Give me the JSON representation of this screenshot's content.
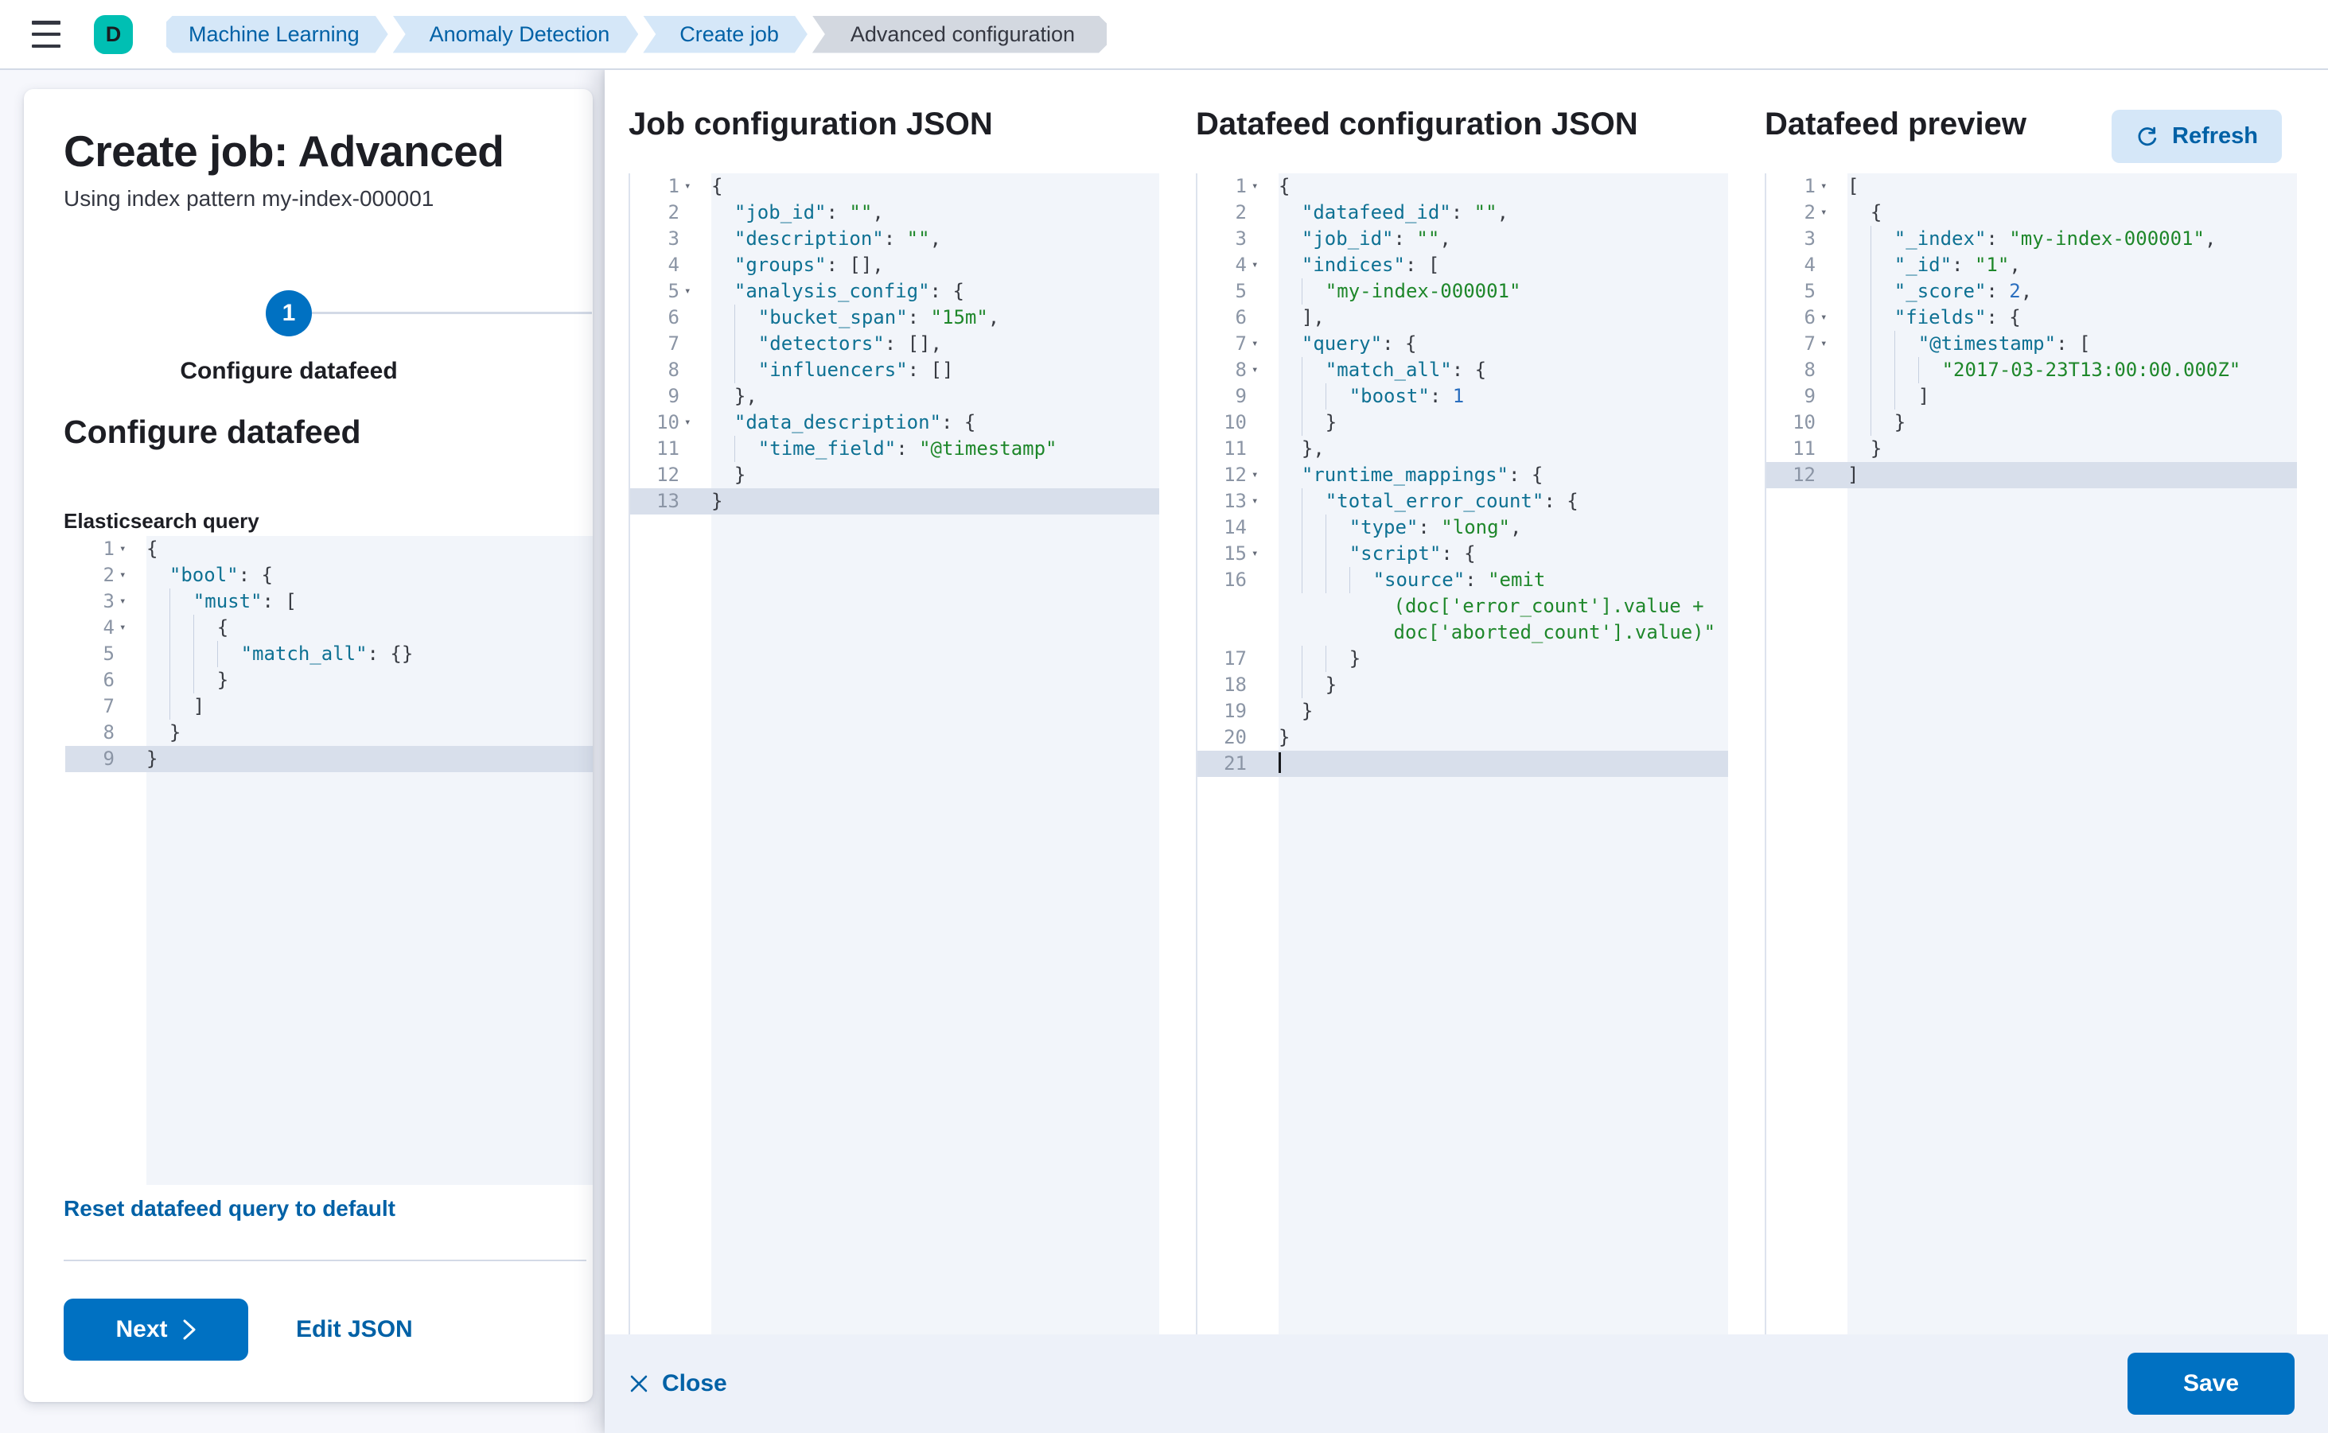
{
  "header": {
    "space_initial": "D",
    "breadcrumbs": [
      {
        "label": "Machine Learning"
      },
      {
        "label": "Anomaly Detection"
      },
      {
        "label": "Create job"
      },
      {
        "label": "Advanced configuration"
      }
    ]
  },
  "wizard": {
    "title": "Create job: Advanced",
    "subtitle": "Using index pattern my-index-000001",
    "step": {
      "number": "1",
      "label": "Configure datafeed"
    },
    "section_heading": "Configure datafeed",
    "query_label": "Elasticsearch query",
    "reset_link": "Reset datafeed query to default",
    "next_button": "Next",
    "edit_json_link": "Edit JSON"
  },
  "flyout": {
    "panel_titles": [
      "Job configuration JSON",
      "Datafeed configuration JSON",
      "Datafeed preview"
    ],
    "refresh_button": "Refresh",
    "footer": {
      "close_label": "Close",
      "save_label": "Save"
    }
  },
  "colors": {
    "primary_button": "#0071c2",
    "link": "#0061a6",
    "avatar": "#00bfb3",
    "breadcrumb_blue_bg": "#d5e7f8",
    "breadcrumb_gray_bg": "#d3d8e0",
    "code_key": "#0e7193",
    "code_string": "#1e872a",
    "code_number": "#2b6fbf",
    "active_line": "#d8dfeb"
  },
  "editors": {
    "es_query": {
      "rows": [
        {
          "n": "1",
          "f": true,
          "seg": [
            [
              "p",
              "{"
            ]
          ]
        },
        {
          "n": "2",
          "f": true,
          "seg": [
            [
              "w",
              "  "
            ],
            [
              "k",
              "\"bool\""
            ],
            [
              "p",
              ": {"
            ]
          ]
        },
        {
          "n": "3",
          "f": true,
          "seg": [
            [
              "w",
              "  "
            ],
            [
              "g",
              "  "
            ],
            [
              "k",
              "\"must\""
            ],
            [
              "p",
              ": ["
            ]
          ]
        },
        {
          "n": "4",
          "f": true,
          "seg": [
            [
              "w",
              "  "
            ],
            [
              "g",
              "  "
            ],
            [
              "g",
              "  "
            ],
            [
              "p",
              "{"
            ]
          ]
        },
        {
          "n": "5",
          "seg": [
            [
              "w",
              "  "
            ],
            [
              "g",
              "  "
            ],
            [
              "g",
              "  "
            ],
            [
              "g",
              "  "
            ],
            [
              "k",
              "\"match_all\""
            ],
            [
              "p",
              ": {}"
            ]
          ]
        },
        {
          "n": "6",
          "seg": [
            [
              "w",
              "  "
            ],
            [
              "g",
              "  "
            ],
            [
              "g",
              "  "
            ],
            [
              "p",
              "}"
            ]
          ]
        },
        {
          "n": "7",
          "seg": [
            [
              "w",
              "  "
            ],
            [
              "g",
              "  "
            ],
            [
              "p",
              "]"
            ]
          ]
        },
        {
          "n": "8",
          "seg": [
            [
              "w",
              "  "
            ],
            [
              "p",
              "}"
            ]
          ]
        },
        {
          "n": "9",
          "hl": true,
          "seg": [
            [
              "p",
              "}"
            ]
          ]
        }
      ]
    },
    "job_config": {
      "rows": [
        {
          "n": "1",
          "f": true,
          "seg": [
            [
              "p",
              "{"
            ]
          ]
        },
        {
          "n": "2",
          "seg": [
            [
              "w",
              "  "
            ],
            [
              "k",
              "\"job_id\""
            ],
            [
              "p",
              ": "
            ],
            [
              "s",
              "\"\""
            ],
            [
              "p",
              ","
            ]
          ]
        },
        {
          "n": "3",
          "seg": [
            [
              "w",
              "  "
            ],
            [
              "k",
              "\"description\""
            ],
            [
              "p",
              ": "
            ],
            [
              "s",
              "\"\""
            ],
            [
              "p",
              ","
            ]
          ]
        },
        {
          "n": "4",
          "seg": [
            [
              "w",
              "  "
            ],
            [
              "k",
              "\"groups\""
            ],
            [
              "p",
              ": [],"
            ]
          ]
        },
        {
          "n": "5",
          "f": true,
          "seg": [
            [
              "w",
              "  "
            ],
            [
              "k",
              "\"analysis_config\""
            ],
            [
              "p",
              ": {"
            ]
          ]
        },
        {
          "n": "6",
          "seg": [
            [
              "w",
              "  "
            ],
            [
              "g",
              "  "
            ],
            [
              "k",
              "\"bucket_span\""
            ],
            [
              "p",
              ": "
            ],
            [
              "s",
              "\"15m\""
            ],
            [
              "p",
              ","
            ]
          ]
        },
        {
          "n": "7",
          "seg": [
            [
              "w",
              "  "
            ],
            [
              "g",
              "  "
            ],
            [
              "k",
              "\"detectors\""
            ],
            [
              "p",
              ": [],"
            ]
          ]
        },
        {
          "n": "8",
          "seg": [
            [
              "w",
              "  "
            ],
            [
              "g",
              "  "
            ],
            [
              "k",
              "\"influencers\""
            ],
            [
              "p",
              ": []"
            ]
          ]
        },
        {
          "n": "9",
          "seg": [
            [
              "w",
              "  "
            ],
            [
              "p",
              "},"
            ]
          ]
        },
        {
          "n": "10",
          "f": true,
          "seg": [
            [
              "w",
              "  "
            ],
            [
              "k",
              "\"data_description\""
            ],
            [
              "p",
              ": {"
            ]
          ]
        },
        {
          "n": "11",
          "seg": [
            [
              "w",
              "  "
            ],
            [
              "g",
              "  "
            ],
            [
              "k",
              "\"time_field\""
            ],
            [
              "p",
              ": "
            ],
            [
              "s",
              "\"@timestamp\""
            ]
          ]
        },
        {
          "n": "12",
          "seg": [
            [
              "w",
              "  "
            ],
            [
              "p",
              "}"
            ]
          ]
        },
        {
          "n": "13",
          "hl": true,
          "seg": [
            [
              "p",
              "}"
            ]
          ]
        }
      ]
    },
    "datafeed_config": {
      "rows": [
        {
          "n": "1",
          "f": true,
          "seg": [
            [
              "p",
              "{"
            ]
          ]
        },
        {
          "n": "2",
          "seg": [
            [
              "w",
              "  "
            ],
            [
              "k",
              "\"datafeed_id\""
            ],
            [
              "p",
              ": "
            ],
            [
              "s",
              "\"\""
            ],
            [
              "p",
              ","
            ]
          ]
        },
        {
          "n": "3",
          "seg": [
            [
              "w",
              "  "
            ],
            [
              "k",
              "\"job_id\""
            ],
            [
              "p",
              ": "
            ],
            [
              "s",
              "\"\""
            ],
            [
              "p",
              ","
            ]
          ]
        },
        {
          "n": "4",
          "f": true,
          "seg": [
            [
              "w",
              "  "
            ],
            [
              "k",
              "\"indices\""
            ],
            [
              "p",
              ": ["
            ]
          ]
        },
        {
          "n": "5",
          "seg": [
            [
              "w",
              "  "
            ],
            [
              "g",
              "  "
            ],
            [
              "s",
              "\"my-index-000001\""
            ]
          ]
        },
        {
          "n": "6",
          "seg": [
            [
              "w",
              "  "
            ],
            [
              "p",
              "],"
            ]
          ]
        },
        {
          "n": "7",
          "f": true,
          "seg": [
            [
              "w",
              "  "
            ],
            [
              "k",
              "\"query\""
            ],
            [
              "p",
              ": {"
            ]
          ]
        },
        {
          "n": "8",
          "f": true,
          "seg": [
            [
              "w",
              "  "
            ],
            [
              "g",
              "  "
            ],
            [
              "k",
              "\"match_all\""
            ],
            [
              "p",
              ": {"
            ]
          ]
        },
        {
          "n": "9",
          "seg": [
            [
              "w",
              "  "
            ],
            [
              "g",
              "  "
            ],
            [
              "g",
              "  "
            ],
            [
              "k",
              "\"boost\""
            ],
            [
              "p",
              ": "
            ],
            [
              "n",
              "1"
            ]
          ]
        },
        {
          "n": "10",
          "seg": [
            [
              "w",
              "  "
            ],
            [
              "g",
              "  "
            ],
            [
              "p",
              "}"
            ]
          ]
        },
        {
          "n": "11",
          "seg": [
            [
              "w",
              "  "
            ],
            [
              "p",
              "},"
            ]
          ]
        },
        {
          "n": "12",
          "f": true,
          "seg": [
            [
              "w",
              "  "
            ],
            [
              "k",
              "\"runtime_mappings\""
            ],
            [
              "p",
              ": {"
            ]
          ]
        },
        {
          "n": "13",
          "f": true,
          "seg": [
            [
              "w",
              "  "
            ],
            [
              "g",
              "  "
            ],
            [
              "k",
              "\"total_error_count\""
            ],
            [
              "p",
              ": {"
            ]
          ]
        },
        {
          "n": "14",
          "seg": [
            [
              "w",
              "  "
            ],
            [
              "g",
              "  "
            ],
            [
              "g",
              "  "
            ],
            [
              "k",
              "\"type\""
            ],
            [
              "p",
              ": "
            ],
            [
              "s",
              "\"long\""
            ],
            [
              "p",
              ","
            ]
          ]
        },
        {
          "n": "15",
          "f": true,
          "seg": [
            [
              "w",
              "  "
            ],
            [
              "g",
              "  "
            ],
            [
              "g",
              "  "
            ],
            [
              "k",
              "\"script\""
            ],
            [
              "p",
              ": {"
            ]
          ]
        },
        {
          "n": "16",
          "seg": [
            [
              "w",
              "  "
            ],
            [
              "g",
              "  "
            ],
            [
              "g",
              "  "
            ],
            [
              "g",
              "  "
            ],
            [
              "k",
              "\"source\""
            ],
            [
              "p",
              ": "
            ],
            [
              "s",
              "\"emit"
            ]
          ]
        },
        {
          "n": "",
          "seg": [
            [
              "w",
              "          "
            ],
            [
              "s",
              "(doc['error_count'].value +"
            ]
          ]
        },
        {
          "n": "",
          "seg": [
            [
              "w",
              "          "
            ],
            [
              "s",
              "doc['aborted_count'].value)\""
            ]
          ]
        },
        {
          "n": "17",
          "seg": [
            [
              "w",
              "  "
            ],
            [
              "g",
              "  "
            ],
            [
              "g",
              "  "
            ],
            [
              "p",
              "}"
            ]
          ]
        },
        {
          "n": "18",
          "seg": [
            [
              "w",
              "  "
            ],
            [
              "g",
              "  "
            ],
            [
              "p",
              "}"
            ]
          ]
        },
        {
          "n": "19",
          "seg": [
            [
              "w",
              "  "
            ],
            [
              "p",
              "}"
            ]
          ]
        },
        {
          "n": "20",
          "seg": [
            [
              "p",
              "}"
            ]
          ]
        },
        {
          "n": "21",
          "hl": true,
          "cur": true,
          "seg": []
        }
      ]
    },
    "datafeed_preview": {
      "rows": [
        {
          "n": "1",
          "f": true,
          "seg": [
            [
              "p",
              "["
            ]
          ]
        },
        {
          "n": "2",
          "f": true,
          "seg": [
            [
              "w",
              "  "
            ],
            [
              "p",
              "{"
            ]
          ]
        },
        {
          "n": "3",
          "seg": [
            [
              "w",
              "  "
            ],
            [
              "g",
              "  "
            ],
            [
              "k",
              "\"_index\""
            ],
            [
              "p",
              ": "
            ],
            [
              "s",
              "\"my-index-000001\""
            ],
            [
              "p",
              ","
            ]
          ]
        },
        {
          "n": "4",
          "seg": [
            [
              "w",
              "  "
            ],
            [
              "g",
              "  "
            ],
            [
              "k",
              "\"_id\""
            ],
            [
              "p",
              ": "
            ],
            [
              "s",
              "\"1\""
            ],
            [
              "p",
              ","
            ]
          ]
        },
        {
          "n": "5",
          "seg": [
            [
              "w",
              "  "
            ],
            [
              "g",
              "  "
            ],
            [
              "k",
              "\"_score\""
            ],
            [
              "p",
              ": "
            ],
            [
              "n",
              "2"
            ],
            [
              "p",
              ","
            ]
          ]
        },
        {
          "n": "6",
          "f": true,
          "seg": [
            [
              "w",
              "  "
            ],
            [
              "g",
              "  "
            ],
            [
              "k",
              "\"fields\""
            ],
            [
              "p",
              ": {"
            ]
          ]
        },
        {
          "n": "7",
          "f": true,
          "seg": [
            [
              "w",
              "  "
            ],
            [
              "g",
              "  "
            ],
            [
              "g",
              "  "
            ],
            [
              "k",
              "\"@timestamp\""
            ],
            [
              "p",
              ": ["
            ]
          ]
        },
        {
          "n": "8",
          "seg": [
            [
              "w",
              "  "
            ],
            [
              "g",
              "  "
            ],
            [
              "g",
              "  "
            ],
            [
              "g",
              "  "
            ],
            [
              "s",
              "\"2017-03-23T13:00:00.000Z\""
            ]
          ]
        },
        {
          "n": "9",
          "seg": [
            [
              "w",
              "  "
            ],
            [
              "g",
              "  "
            ],
            [
              "g",
              "  "
            ],
            [
              "p",
              "]"
            ]
          ]
        },
        {
          "n": "10",
          "seg": [
            [
              "w",
              "  "
            ],
            [
              "g",
              "  "
            ],
            [
              "p",
              "}"
            ]
          ]
        },
        {
          "n": "11",
          "seg": [
            [
              "w",
              "  "
            ],
            [
              "p",
              "}"
            ]
          ]
        },
        {
          "n": "12",
          "hl": true,
          "seg": [
            [
              "p",
              "]"
            ]
          ]
        }
      ]
    }
  }
}
